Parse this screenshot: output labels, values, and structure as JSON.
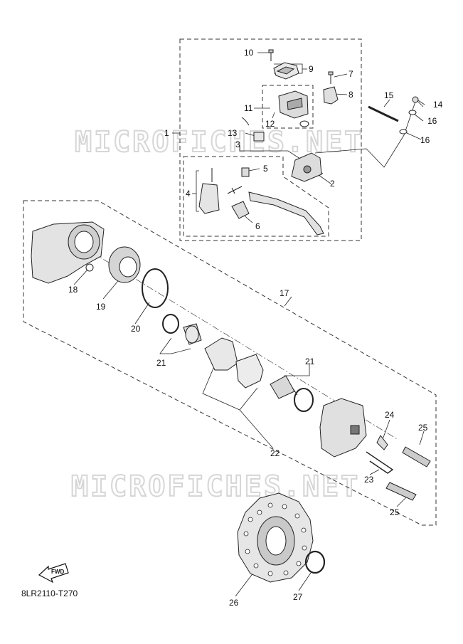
{
  "diagram": {
    "code": "8LR2110-T270",
    "watermark": "MICROFICHES.NET",
    "fwd_label": "FWD",
    "part_numbers": {
      "n1": "1",
      "n2": "2",
      "n3": "3",
      "n4": "4",
      "n5": "5",
      "n6": "6",
      "n7": "7",
      "n8": "8",
      "n9": "9",
      "n10": "10",
      "n11": "11",
      "n12": "12",
      "n13": "13",
      "n14": "14",
      "n15": "15",
      "n16a": "16",
      "n16b": "16",
      "n17": "17",
      "n18": "18",
      "n19": "19",
      "n20": "20",
      "n21a": "21",
      "n21b": "21",
      "n22": "22",
      "n23": "23",
      "n24": "24",
      "n25a": "25",
      "n25b": "25",
      "n26": "26",
      "n27": "27"
    }
  }
}
